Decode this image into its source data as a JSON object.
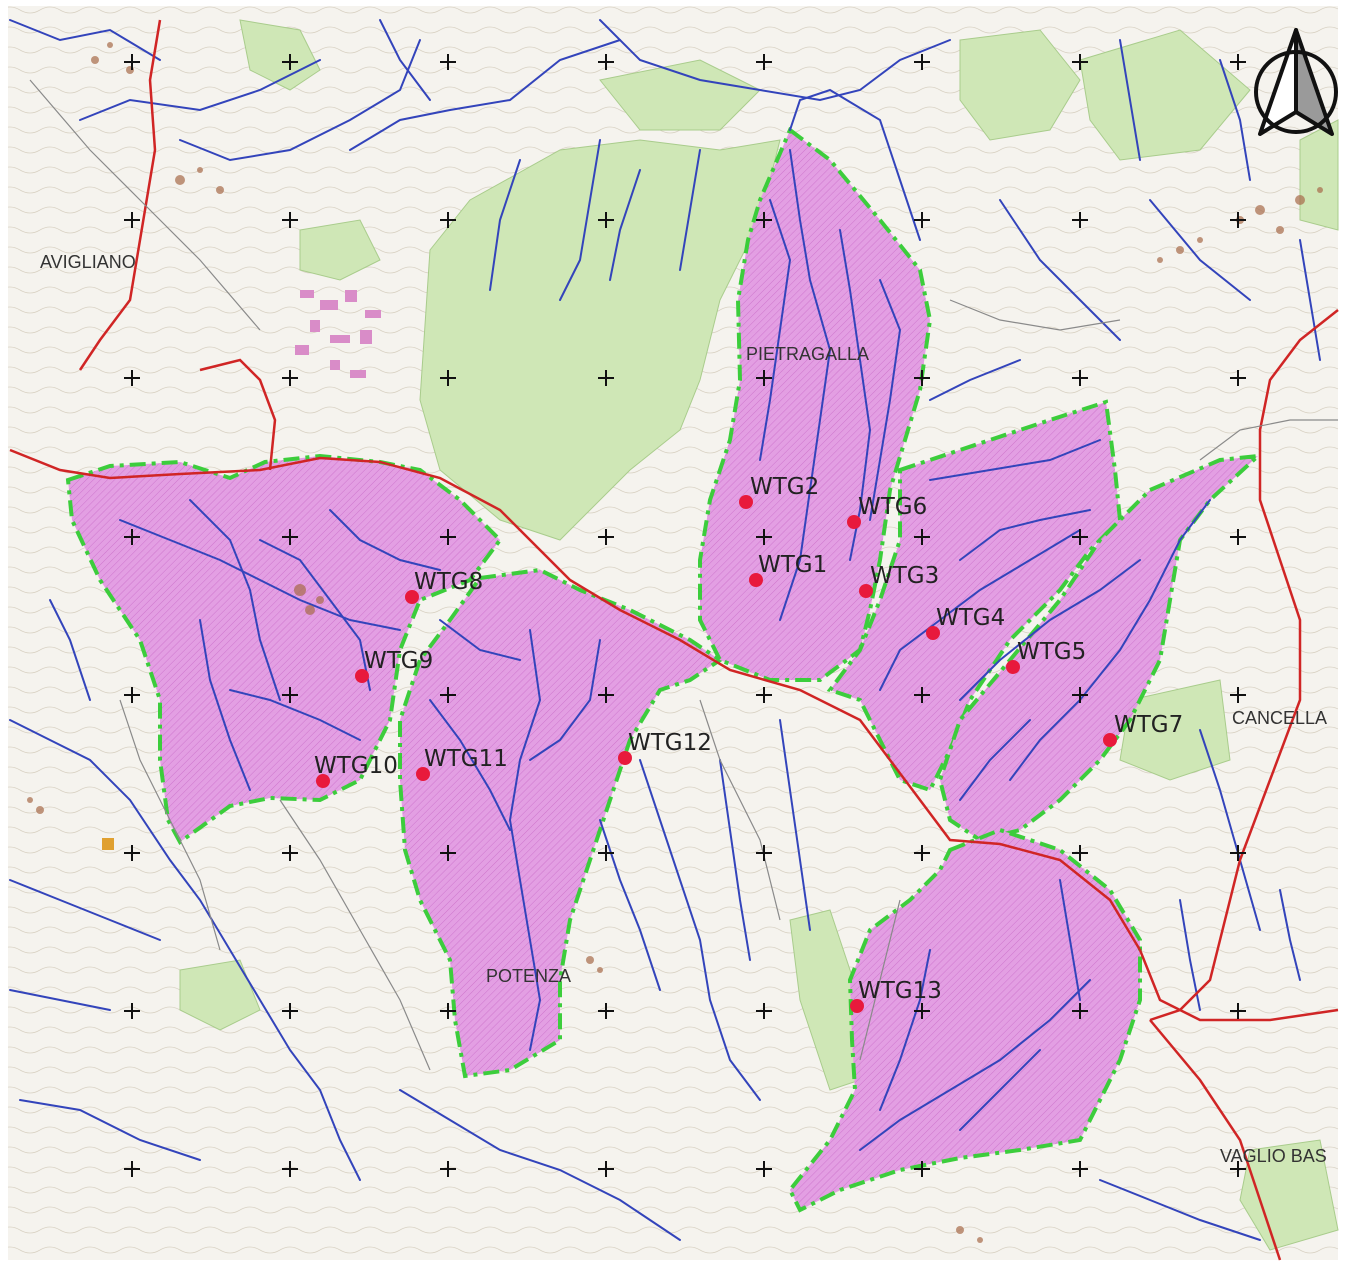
{
  "map": {
    "towns": {
      "avigliano": "AVIGLIANO",
      "pietragalla": "PIETRAGALLA",
      "cancellara": "CANCELLA",
      "potenza": "POTENZA",
      "vaglio": "VAGLIO BAS"
    },
    "turbines": [
      {
        "id": "wtg1",
        "label": "WTG1"
      },
      {
        "id": "wtg2",
        "label": "WTG2"
      },
      {
        "id": "wtg3",
        "label": "WTG3"
      },
      {
        "id": "wtg4",
        "label": "WTG4"
      },
      {
        "id": "wtg5",
        "label": "WTG5"
      },
      {
        "id": "wtg6",
        "label": "WTG6"
      },
      {
        "id": "wtg7",
        "label": "WTG7"
      },
      {
        "id": "wtg8",
        "label": "WTG8"
      },
      {
        "id": "wtg9",
        "label": "WTG9"
      },
      {
        "id": "wtg10",
        "label": "WTG10"
      },
      {
        "id": "wtg11",
        "label": "WTG11"
      },
      {
        "id": "wtg12",
        "label": "WTG12"
      },
      {
        "id": "wtg13",
        "label": "WTG13"
      }
    ],
    "colors": {
      "basin_fill": "#e6a0e6",
      "basin_border": "#33cc33",
      "river": "#3344bb",
      "road": "#cc2222",
      "forest": "#cde6b4",
      "turbine": "#e8193c",
      "background": "#f4f2ec"
    },
    "icons": {
      "north_arrow": "north-arrow-icon",
      "grid_cross": "grid-cross-icon"
    }
  }
}
